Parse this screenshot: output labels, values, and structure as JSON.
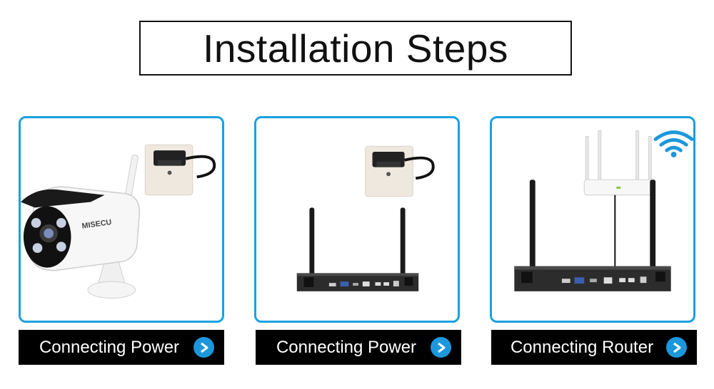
{
  "header": {
    "title": "Installation Steps"
  },
  "steps": [
    {
      "label": "Connecting Power",
      "icon": "chevron-right-icon"
    },
    {
      "label": "Connecting Power",
      "icon": "chevron-right-icon"
    },
    {
      "label": "Connecting Router",
      "icon": "chevron-right-icon"
    }
  ],
  "camera": {
    "brand": "MISECU"
  },
  "colors": {
    "accent": "#1aa0e0",
    "caption_bg": "#000000",
    "wifi": "#1d97dc"
  }
}
